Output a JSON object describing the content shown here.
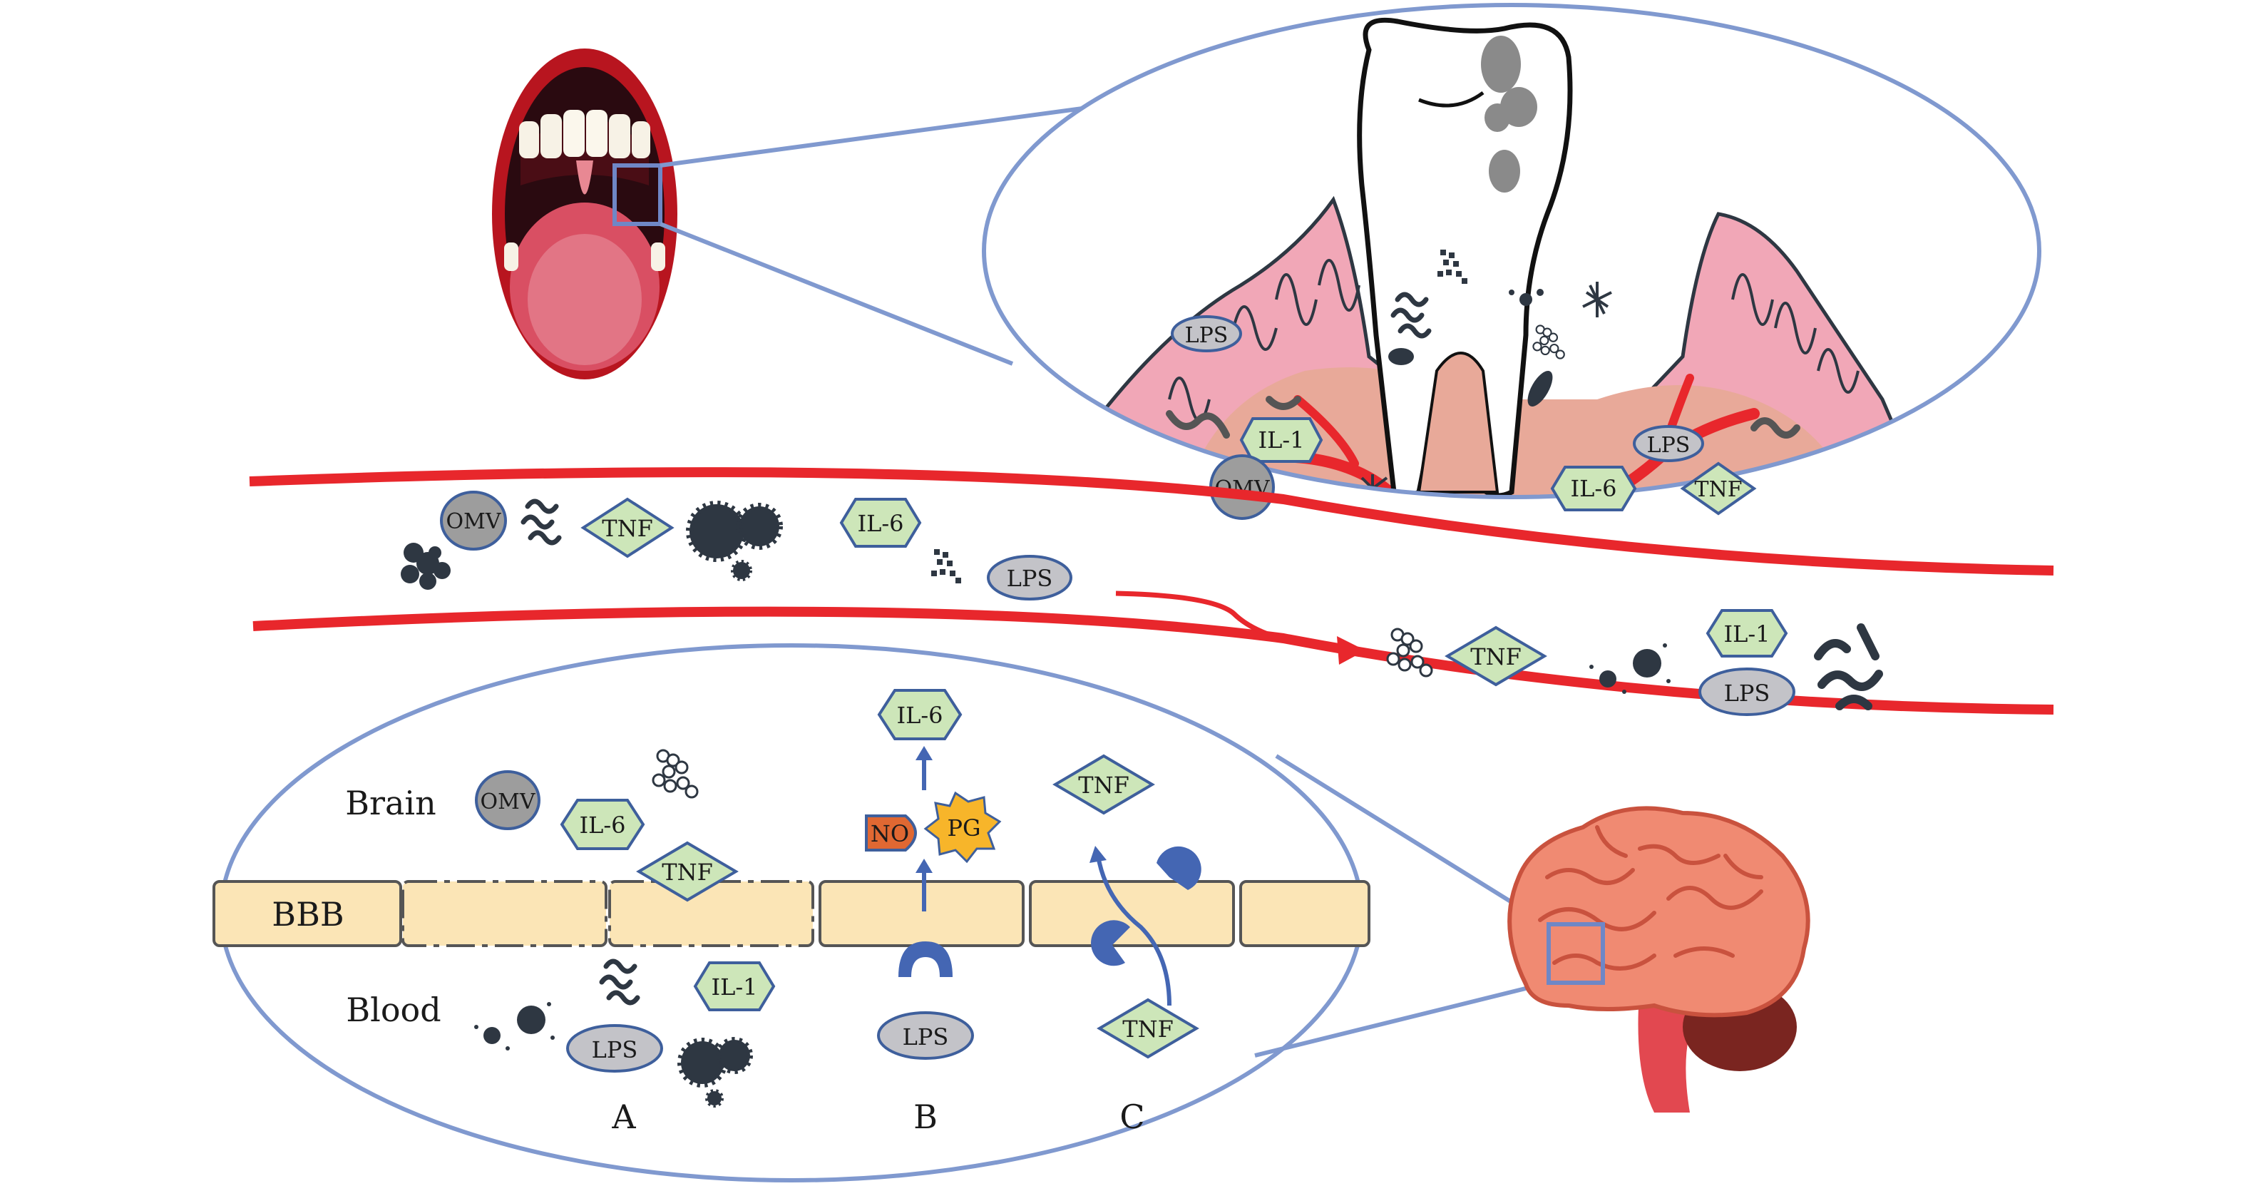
{
  "labels": {
    "lps": "LPS",
    "il1": "IL-1",
    "il6": "IL-6",
    "tnf": "TNF",
    "omv": "OMV",
    "no": "NO",
    "pg": "PG",
    "bbb": "BBB",
    "brain": "Brain",
    "blood": "Blood",
    "a": "A",
    "b": "B",
    "c": "C"
  },
  "colors": {
    "outline_blue": "#8099cf",
    "vessel_red": "#e8272c",
    "cytokine_green": "#cde6b9",
    "cytokine_stroke": "#3e5f9c",
    "lps_gray": "#c3c3c8",
    "omv_gray": "#9d9d9d",
    "bacteria_dark": "#2e3742",
    "bbb_fill": "#fbe5b6",
    "gum_pink": "#f1a7b7",
    "receptor_blue": "#4466b3",
    "no_orange": "#e06832",
    "pg_yellow": "#f7b52a"
  }
}
